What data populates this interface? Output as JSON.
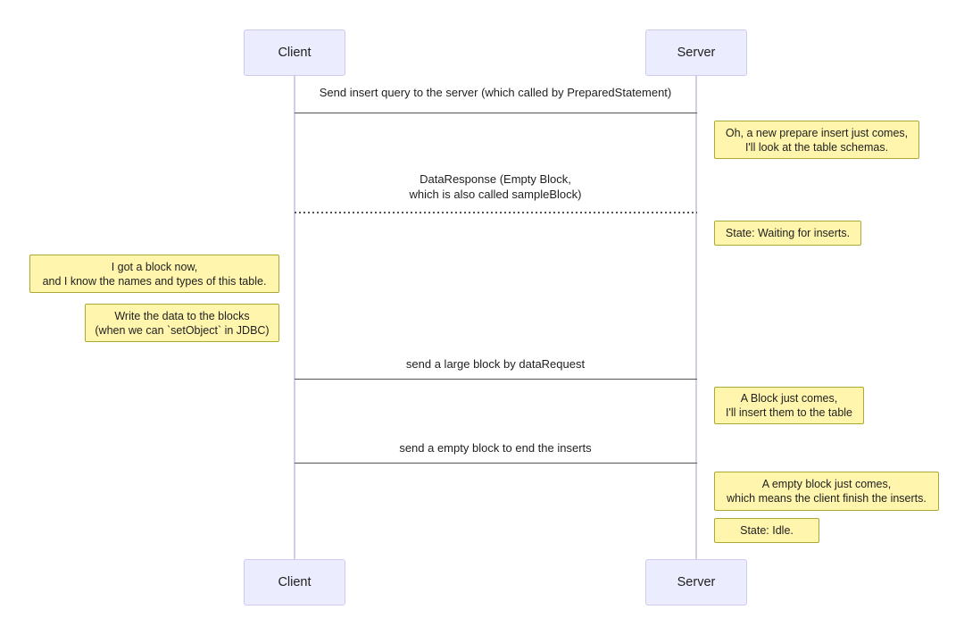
{
  "diagram": {
    "type": "sequence",
    "colors": {
      "actor_fill": "#ECECFF",
      "actor_border": "#cfcaf0",
      "note_fill": "#fff5ad",
      "note_border": "#aaaa33",
      "lifeline_color": "#d2cde8",
      "message_line_color": "#545454",
      "text_color": "#1f1f1f",
      "background": "#ffffff"
    },
    "actors": [
      {
        "id": "client",
        "label": "Client"
      },
      {
        "id": "server",
        "label": "Server"
      }
    ],
    "messages": [
      {
        "from": "Client",
        "to": "Server",
        "line": "solid",
        "text": "Send insert query to the server (which called by PreparedStatement)"
      },
      {
        "from": "Server",
        "to": "Client",
        "line": "dashed",
        "text": "DataResponse (Empty Block,\nwhich is also called sampleBlock)"
      },
      {
        "from": "Client",
        "to": "Server",
        "line": "solid",
        "text": "send a large block by dataRequest"
      },
      {
        "from": "Client",
        "to": "Server",
        "line": "solid",
        "text": "send a empty block to end the inserts"
      }
    ],
    "notes": [
      {
        "side": "right of Server",
        "text": "Oh, a new prepare insert just comes,\nI'll look at the table schemas."
      },
      {
        "side": "right of Server",
        "text": "State: Waiting for inserts."
      },
      {
        "side": "left of Client",
        "text": "I got a block now,\nand I know the names and types of this table."
      },
      {
        "side": "left of Client",
        "text": "Write the data to the blocks\n(when we can `setObject` in JDBC)"
      },
      {
        "side": "right of Server",
        "text": "A Block just comes,\nI'll insert them to the table"
      },
      {
        "side": "right of Server",
        "text": "A empty block just comes,\nwhich means the client finish the inserts."
      },
      {
        "side": "right of Server",
        "text": "State: Idle."
      }
    ]
  }
}
